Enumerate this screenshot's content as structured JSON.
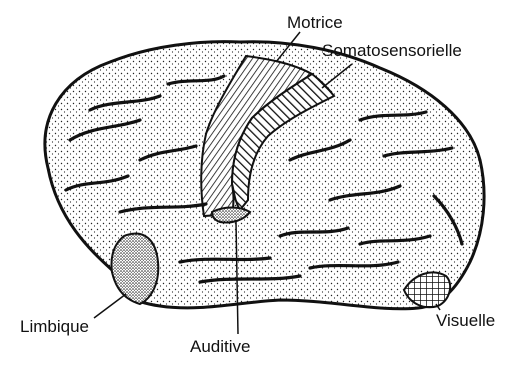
{
  "labels": {
    "motor": "Motrice",
    "somatosensory": "Somatosensorielle",
    "limbic": "Limbique",
    "auditory": "Auditive",
    "visual": "Visuelle"
  }
}
